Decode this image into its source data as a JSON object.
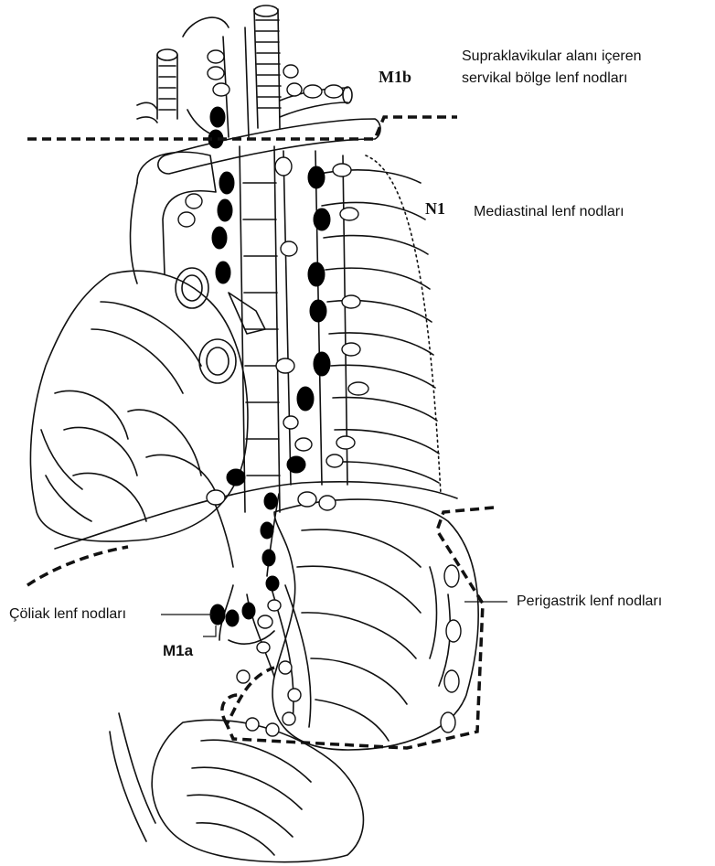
{
  "regions": {
    "m1b": {
      "tag": "M1b",
      "label_line1": "Supraklavikular alanı içeren",
      "label_line2": "servikal bölge lenf nodları"
    },
    "n1": {
      "tag": "N1",
      "label": "Mediastinal lenf nodları"
    },
    "perigastric": {
      "label": "Perigastrik lenf nodları"
    },
    "m1a": {
      "tag": "M1a",
      "label": "Çöliak lenf nodları"
    }
  },
  "colors": {
    "line": "#111111",
    "background": "#ffffff",
    "node_malignant": "#000000",
    "node_benign": "#ffffff"
  }
}
